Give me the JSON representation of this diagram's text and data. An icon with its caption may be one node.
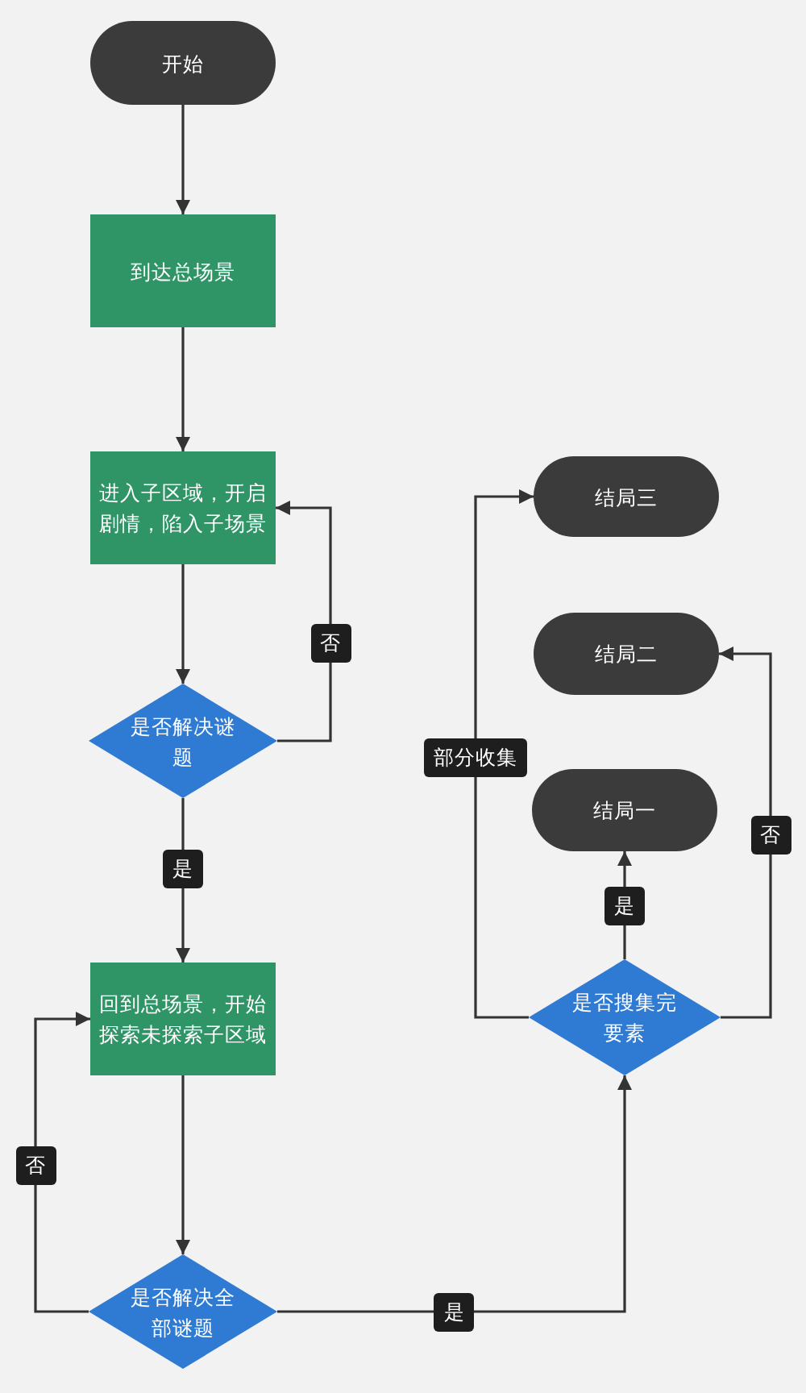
{
  "diagram": {
    "nodes": [
      {
        "text": [
          "开始"
        ]
      },
      {
        "text": [
          "到达总场景"
        ]
      },
      {
        "text": [
          "进入子区域，开启剧情，陷入子场景"
        ]
      },
      {
        "text": [
          "是否解决谜题"
        ]
      },
      {
        "text": [
          "回到总场景，开始探索未探索子区域"
        ]
      },
      {
        "text": [
          "是否解决全部谜题"
        ]
      },
      {
        "text": [
          "结局三"
        ]
      },
      {
        "text": [
          "结局二"
        ]
      },
      {
        "text": [
          "结局一"
        ]
      },
      {
        "text": [
          "是否搜集完要素"
        ]
      }
    ],
    "edges": [
      {
        "from": 0,
        "to": 1,
        "arrow": "to"
      },
      {
        "from": 1,
        "to": 2,
        "arrow": "to"
      },
      {
        "from": 2,
        "to": 3,
        "arrow": "to"
      },
      {
        "from": 3,
        "to": 2,
        "arrow": "to",
        "label": "否"
      },
      {
        "from": 3,
        "to": 4,
        "arrow": "to",
        "label": "是"
      },
      {
        "from": 4,
        "to": 5,
        "arrow": "to"
      },
      {
        "from": 5,
        "to": 4,
        "arrow": "to",
        "label": "否"
      },
      {
        "from": 5,
        "to": 9,
        "arrow": "to",
        "label": "是"
      },
      {
        "from": 9,
        "to": 8,
        "arrow": "to",
        "label": "是"
      },
      {
        "from": 9,
        "to": 7,
        "arrow": "to",
        "label": "否"
      },
      {
        "from": 9,
        "to": 6,
        "arrow": "to",
        "label": "部分收集"
      }
    ]
  }
}
